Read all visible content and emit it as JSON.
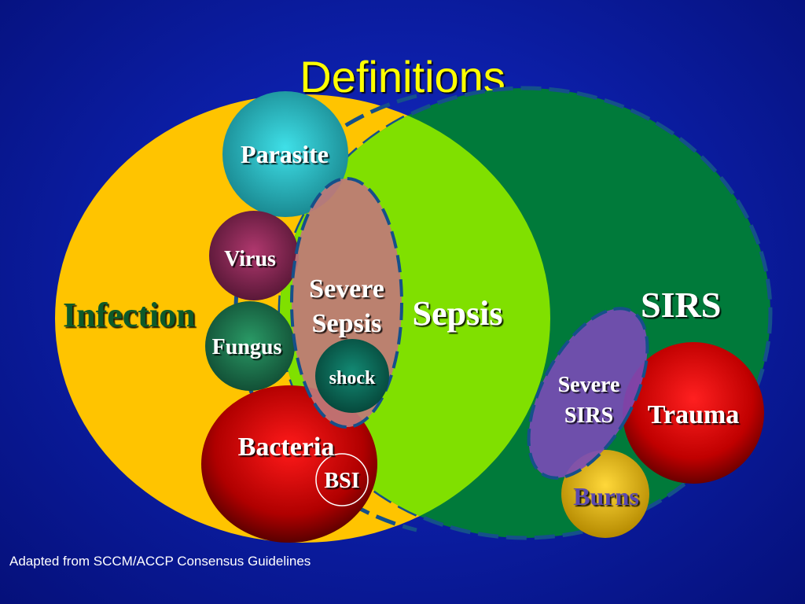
{
  "title": "Definitions",
  "caption": "Adapted from SCCM/ACCP Consensus Guidelines",
  "labels": {
    "infection": "Infection",
    "sirs": "SIRS",
    "sepsis": "Sepsis",
    "severe_sepsis_line1": "Severe",
    "severe_sepsis_line2": "Sepsis",
    "shock": "shock",
    "parasite": "Parasite",
    "virus": "Virus",
    "fungus": "Fungus",
    "bacteria": "Bacteria",
    "bsi": "BSI",
    "severe_sirs_line1": "Severe",
    "severe_sirs_line2": "SIRS",
    "trauma": "Trauma",
    "burns": "Burns"
  },
  "colors": {
    "background": "#0c1fa8",
    "title": "#ffff00",
    "infection": "#ffc400",
    "sirs": "#007a3a",
    "sepsis": "#80e000",
    "severe_sepsis": "#c07878",
    "shock": "#0b6b5a",
    "parasite": "#2cb9c4",
    "virus": "#8a2a5a",
    "fungus": "#1e7a52",
    "bacteria": "#cc0000",
    "severe_sirs": "#7a4ab8",
    "trauma": "#d00000",
    "burns": "#e6b800",
    "infection_label": "#0a5a2a",
    "burns_label": "#5a48b0"
  }
}
